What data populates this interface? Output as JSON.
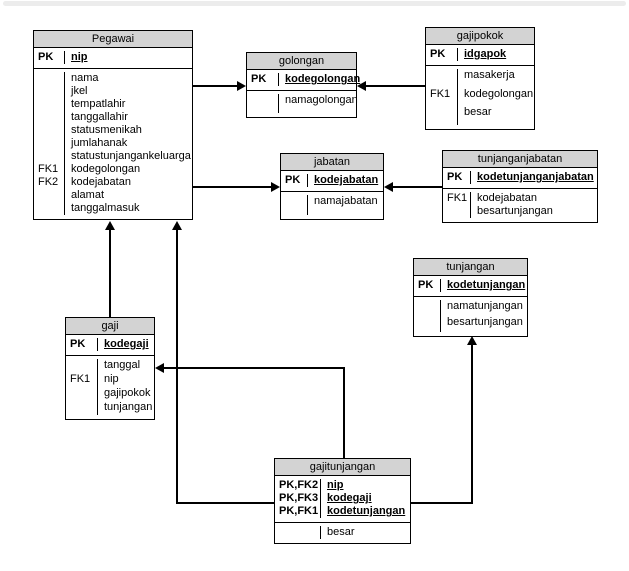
{
  "page": {
    "background_color": "#ffffff",
    "top_strip_color": "#ececec"
  },
  "colors": {
    "entity_header_fill": "#d3d3d3",
    "entity_border": "#000000",
    "connector": "#000000"
  },
  "diagram": {
    "type": "entity-relationship-diagram",
    "entities": [
      {
        "id": "pegawai",
        "title": "Pegawai",
        "key_rows": [
          {
            "keys": "PK",
            "field": "nip"
          }
        ],
        "attribute_rows": [
          {
            "keys": "",
            "field": "nama"
          },
          {
            "keys": "",
            "field": "jkel"
          },
          {
            "keys": "",
            "field": "tempatlahir"
          },
          {
            "keys": "",
            "field": "tanggallahir"
          },
          {
            "keys": "",
            "field": "statusmenikah"
          },
          {
            "keys": "",
            "field": "jumlahanak"
          },
          {
            "keys": "",
            "field": "statustunjangankeluarga"
          },
          {
            "keys": "FK1",
            "field": "kodegolongan"
          },
          {
            "keys": "FK2",
            "field": "kodejabatan"
          },
          {
            "keys": "",
            "field": "alamat"
          },
          {
            "keys": "",
            "field": "tanggalmasuk"
          }
        ]
      },
      {
        "id": "golongan",
        "title": "golongan",
        "key_rows": [
          {
            "keys": "PK",
            "field": "kodegolongan"
          }
        ],
        "attribute_rows": [
          {
            "keys": "",
            "field": "namagolongan"
          }
        ]
      },
      {
        "id": "gajipokok",
        "title": "gajipokok",
        "key_rows": [
          {
            "keys": "PK",
            "field": "idgapok"
          }
        ],
        "attribute_rows": [
          {
            "keys": "",
            "field": "masakerja"
          },
          {
            "keys": "FK1",
            "field": "kodegolongan"
          },
          {
            "keys": "",
            "field": "besar"
          }
        ]
      },
      {
        "id": "jabatan",
        "title": "jabatan",
        "key_rows": [
          {
            "keys": "PK",
            "field": "kodejabatan"
          }
        ],
        "attribute_rows": [
          {
            "keys": "",
            "field": "namajabatan"
          }
        ]
      },
      {
        "id": "tunjanganjabatan",
        "title": "tunjanganjabatan",
        "key_rows": [
          {
            "keys": "PK",
            "field": "kodetunjanganjabatan"
          }
        ],
        "attribute_rows": [
          {
            "keys": "FK1",
            "field": "kodejabatan"
          },
          {
            "keys": "",
            "field": "besartunjangan"
          }
        ]
      },
      {
        "id": "tunjangan",
        "title": "tunjangan",
        "key_rows": [
          {
            "keys": "PK",
            "field": "kodetunjangan"
          }
        ],
        "attribute_rows": [
          {
            "keys": "",
            "field": "namatunjangan"
          },
          {
            "keys": "",
            "field": "besartunjangan"
          }
        ]
      },
      {
        "id": "gaji",
        "title": "gaji",
        "key_rows": [
          {
            "keys": "PK",
            "field": "kodegaji"
          }
        ],
        "attribute_rows": [
          {
            "keys": "",
            "field": "tanggal"
          },
          {
            "keys": "FK1",
            "field": "nip"
          },
          {
            "keys": "",
            "field": "gajipokok"
          },
          {
            "keys": "",
            "field": "tunjangan"
          }
        ]
      },
      {
        "id": "gajitunjangan",
        "title": "gajitunjangan",
        "key_rows": [
          {
            "keys": "PK,FK2",
            "field": "nip"
          },
          {
            "keys": "PK,FK3",
            "field": "kodegaji"
          },
          {
            "keys": "PK,FK1",
            "field": "kodetunjangan"
          }
        ],
        "attribute_rows": [
          {
            "keys": "",
            "field": "besar"
          }
        ]
      }
    ],
    "relationships": [
      {
        "from": "pegawai",
        "to": "golongan",
        "via": "kodegolongan"
      },
      {
        "from": "gajipokok",
        "to": "golongan",
        "via": "kodegolongan"
      },
      {
        "from": "pegawai",
        "to": "jabatan",
        "via": "kodejabatan"
      },
      {
        "from": "tunjanganjabatan",
        "to": "jabatan",
        "via": "kodejabatan"
      },
      {
        "from": "gaji",
        "to": "pegawai",
        "via": "nip"
      },
      {
        "from": "gajitunjangan",
        "to": "pegawai",
        "via": "nip"
      },
      {
        "from": "gajitunjangan",
        "to": "gaji",
        "via": "kodegaji"
      },
      {
        "from": "gajitunjangan",
        "to": "tunjangan",
        "via": "kodetunjangan"
      }
    ]
  }
}
